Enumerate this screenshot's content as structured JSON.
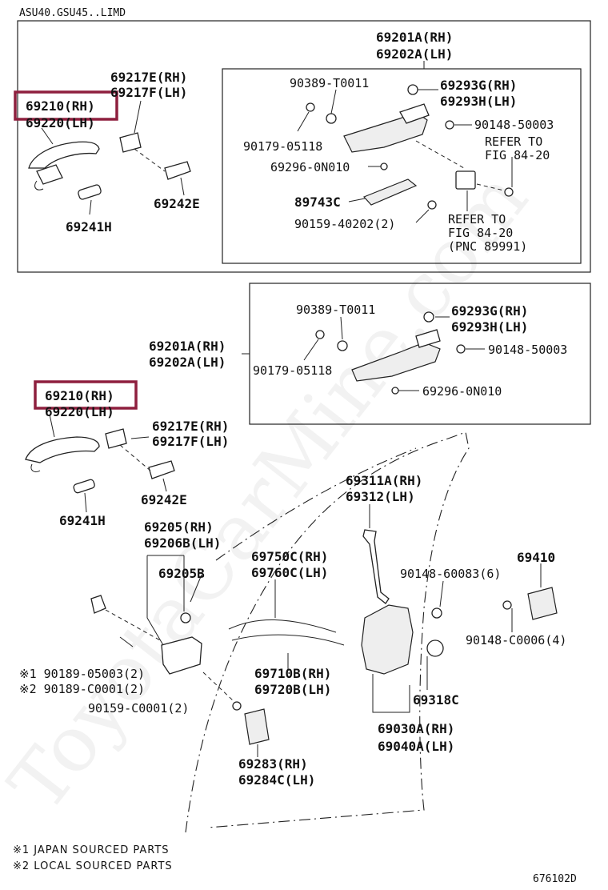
{
  "header": {
    "model": "ASU40.GSU45..LIMD"
  },
  "figure_id": "676102D",
  "watermark": "ToyotaCarMine.com",
  "footnotes": [
    "※1 JAPAN SOURCED PARTS",
    "※2 LOCAL SOURCED PARTS"
  ],
  "highlight_color": "#8e1f3e",
  "top_panel": {
    "handle_rh": "69210(RH)",
    "handle_lh": "69220(LH)",
    "cover_rh": "69217E(RH)",
    "cover_lh": "69217F(LH)",
    "pad_1": "69241H",
    "pad_2": "69242E",
    "frame_rh": "69201A(RH)",
    "frame_lh": "69202A(LH)",
    "box": {
      "p1": "90389-T0011",
      "p2": "90179-05118",
      "p3": "69296-0N010",
      "p4": "69293G(RH)",
      "p5": "69293H(LH)",
      "p6": "90148-50003",
      "p7": "89743C",
      "p8": "90159-40202(2)",
      "ref1_a": "REFER TO",
      "ref1_b": "FIG 84-20",
      "ref2_a": "REFER TO",
      "ref2_b": "FIG 84-20",
      "ref2_c": "(PNC 89991)"
    }
  },
  "bottom_panel": {
    "box": {
      "p1": "90389-T0011",
      "p2": "90179-05118",
      "p3": "69296-0N010",
      "p4": "69293G(RH)",
      "p5": "69293H(LH)",
      "p6": "90148-50003"
    },
    "frame_rh": "69201A(RH)",
    "frame_lh": "69202A(LH)",
    "handle_rh": "69210(RH)",
    "handle_lh": "69220(LH)",
    "cover_rh": "69217E(RH)",
    "cover_lh": "69217F(LH)",
    "pad_1": "69242E",
    "pad_2": "69241H",
    "rod_rh": "69311A(RH)",
    "rod_lh": "69312(LH)",
    "inner_rh": "69205(RH)",
    "inner_lh": "69206B(LH)",
    "inner_sub": "69205B",
    "cable_rh": "69750C(RH)",
    "cable_lh": "69760C(LH)",
    "screw_1": "90148-60083(6)",
    "striker": "69410",
    "striker_screw": "90148-C0006(4)",
    "clip_1": "※1 90189-05003(2)",
    "clip_2": "※2 90189-C0001(2)",
    "screw_2": "90159-C0001(2)",
    "cable2_rh": "69710B(RH)",
    "cable2_lh": "69720B(LH)",
    "grommet": "69318C",
    "lock_rh": "69030A(RH)",
    "lock_lh": "69040A(LH)",
    "bezel_rh": "69283(RH)",
    "bezel_lh": "69284C(LH)"
  }
}
